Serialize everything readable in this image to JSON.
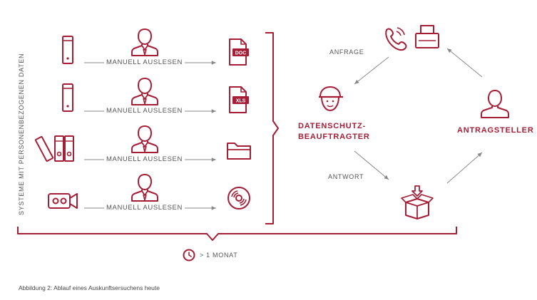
{
  "side_label": "SYSTEME MIT PERSONENBEZOGENEN DATEN",
  "rows": [
    {
      "source_icon": "server-tower-icon",
      "action": "MANUELL AUSLESEN",
      "output_icon": "doc-file-icon",
      "output_badge": "DOC"
    },
    {
      "source_icon": "server-tower-icon",
      "action": "MANUELL AUSLESEN",
      "output_icon": "xls-file-icon",
      "output_badge": "XLS"
    },
    {
      "source_icon": "binders-icon",
      "action": "MANUELL AUSLESEN",
      "output_icon": "folder-icon",
      "output_badge": ""
    },
    {
      "source_icon": "video-camera-icon",
      "action": "MANUELL AUSLESEN",
      "output_icon": "disc-icon",
      "output_badge": ""
    }
  ],
  "cycle": {
    "request_label": "ANFRAGE",
    "response_label": "ANTWORT",
    "officer_label_line1": "DATENSCHUTZ-",
    "officer_label_line2": "BEAUFTRAGTER",
    "requester_label": "ANTRAGSTELLER"
  },
  "timeline_label": "> 1 MONAT",
  "caption": "Abbildung 2: Ablauf eines Auskunftsersuchens heute",
  "colors": {
    "accent": "#a51e36",
    "line": "#888888",
    "text": "#555555"
  }
}
